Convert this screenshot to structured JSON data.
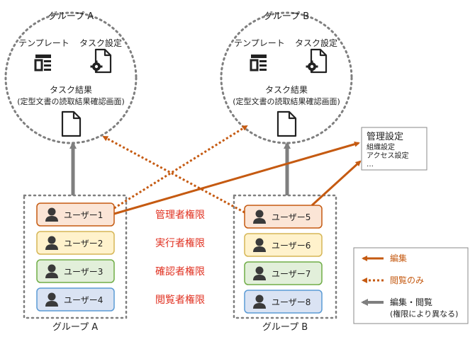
{
  "colors": {
    "edit": "#c55a11",
    "view_only": "#c55a11",
    "edit_view": "#7f7f7f",
    "role_text": "#e03020",
    "dotted_border": "#7f7f7f"
  },
  "group_a": {
    "cloud_title": "グループ A",
    "template_label": "テンプレート",
    "task_setting_label": "タスク設定",
    "result_label": "タスク結果",
    "result_sub": "(定型文書の読取結果確認画面)",
    "box_label": "グループ A",
    "users": [
      "ユーザー1",
      "ユーザー2",
      "ユーザー3",
      "ユーザー4"
    ]
  },
  "group_b": {
    "cloud_title": "グループ B",
    "template_label": "テンプレート",
    "task_setting_label": "タスク設定",
    "result_label": "タスク結果",
    "result_sub": "(定型文書の読取結果確認画面)",
    "box_label": "グループ B",
    "users": [
      "ユーザー5",
      "ユーザー6",
      "ユーザー7",
      "ユーザー8"
    ]
  },
  "roles": [
    "管理者権限",
    "実行者権限",
    "確認者権限",
    "閲覧者権限"
  ],
  "admin_box": {
    "title": "管理設定",
    "items": [
      "組織設定",
      "アクセス設定",
      "…"
    ]
  },
  "legend": {
    "edit": "編集",
    "view_only": "閲覧のみ",
    "edit_view": "編集・閲覧",
    "edit_view_note": "(権限により異なる)"
  }
}
